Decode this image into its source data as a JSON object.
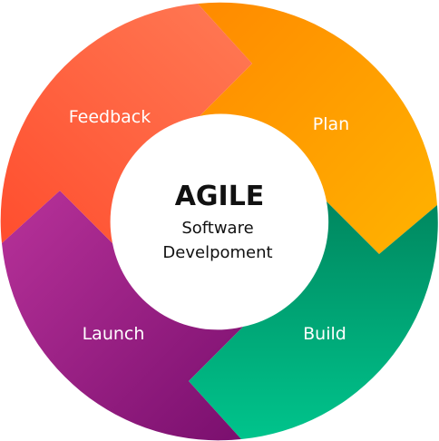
{
  "center": {
    "title": "AGILE",
    "subtitle_line1": "Software",
    "subtitle_line2": "Develpoment"
  },
  "segments": [
    {
      "label": "Plan",
      "color_light": "#FFB300",
      "color_dark": "#FF8A00"
    },
    {
      "label": "Build",
      "color_light": "#00C48C",
      "color_dark": "#00875F"
    },
    {
      "label": "Launch",
      "color_light": "#B8329A",
      "color_dark": "#7A0F6E"
    },
    {
      "label": "Feedback",
      "color_light": "#FF7A55",
      "color_dark": "#FF4E2E"
    }
  ],
  "colors": {
    "background": "#FFFFFF",
    "center_fill": "#FFFFFF",
    "center_text": "#111111",
    "label_text": "#FFFFFF"
  }
}
